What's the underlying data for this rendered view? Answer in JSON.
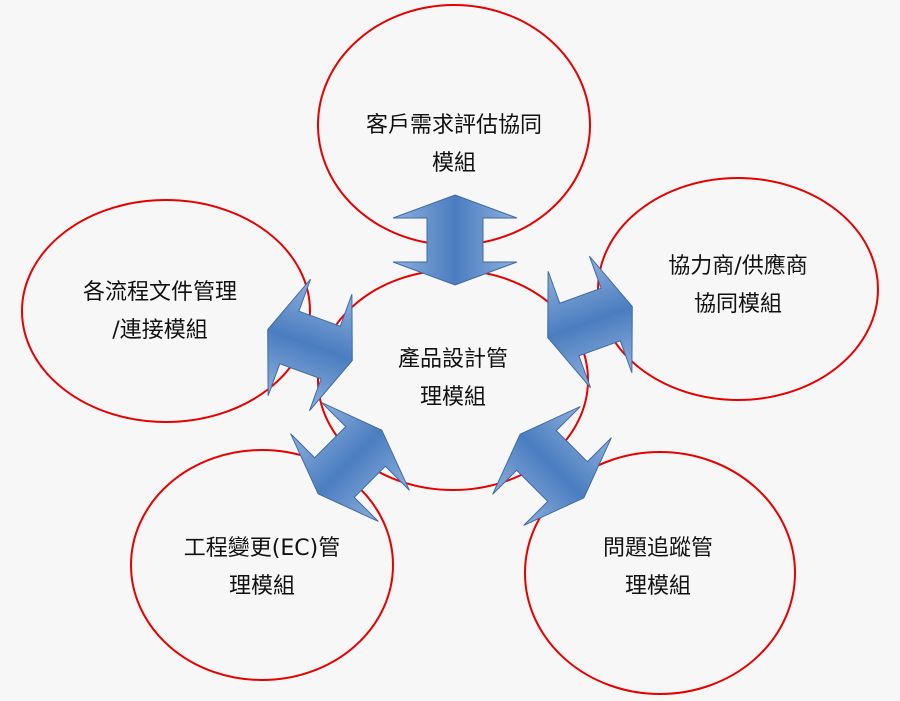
{
  "colors": {
    "ellipse_stroke": "#e60000",
    "arrow_fill": "#4f81bd",
    "arrow_light": "#9bb7de",
    "background": "#f7f7f7"
  },
  "center": {
    "line1": "產品設計管",
    "line2": "理模組"
  },
  "modules": [
    {
      "id": "top",
      "line1": "客戶需求評估協同",
      "line2": "模組"
    },
    {
      "id": "right",
      "line1": "協力商/供應商",
      "line2": "協同模組"
    },
    {
      "id": "left",
      "line1": "各流程文件管理",
      "line2": "/連接模組"
    },
    {
      "id": "bottom-left",
      "line1": "工程變更(EC)管",
      "line2": "理模組"
    },
    {
      "id": "bottom-right",
      "line1": "問題追蹤管",
      "line2": "理模組"
    }
  ]
}
